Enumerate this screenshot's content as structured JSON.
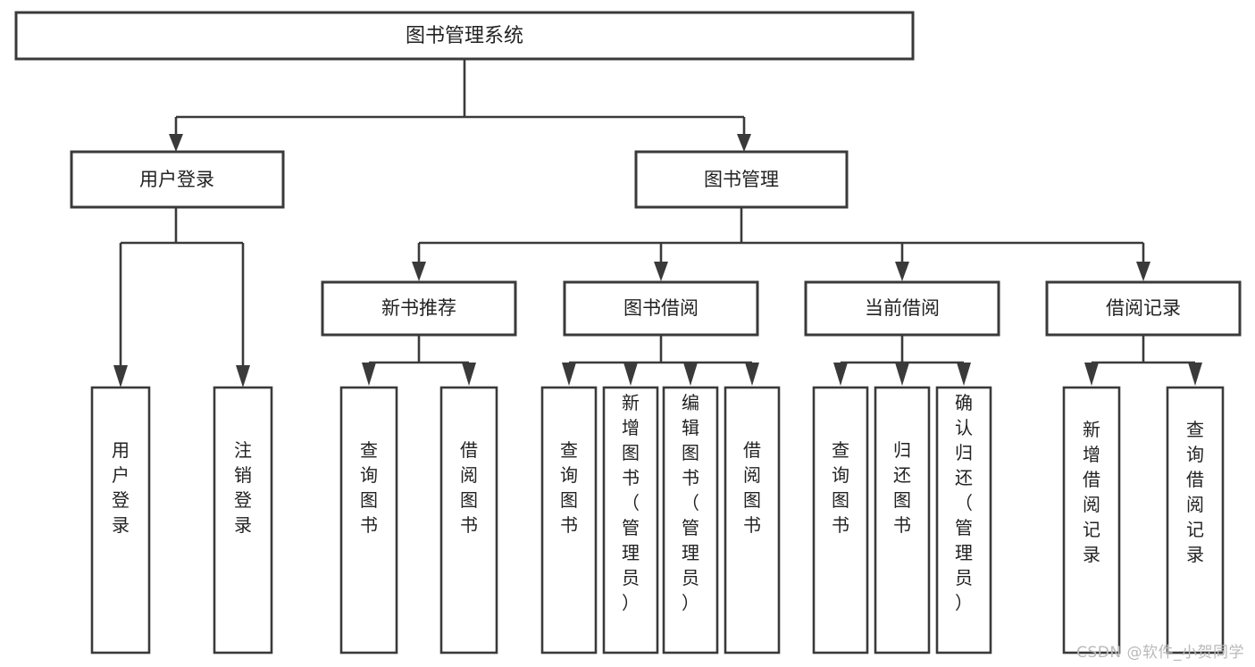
{
  "diagram": {
    "type": "tree-hierarchy-flowchart",
    "title": "图书管理系统",
    "root": {
      "id": "root",
      "label": "图书管理系统"
    },
    "level2": [
      {
        "id": "user-login",
        "label": "用户登录"
      },
      {
        "id": "book-manage",
        "label": "图书管理"
      }
    ],
    "level3": [
      {
        "id": "new-book-recommend",
        "label": "新书推荐",
        "parent": "book-manage"
      },
      {
        "id": "book-borrow",
        "label": "图书借阅",
        "parent": "book-manage"
      },
      {
        "id": "current-borrow",
        "label": "当前借阅",
        "parent": "book-manage"
      },
      {
        "id": "borrow-record",
        "label": "借阅记录",
        "parent": "book-manage"
      }
    ],
    "leaves": {
      "user-login": [
        {
          "id": "leaf-user-login",
          "label": "用户登录"
        },
        {
          "id": "leaf-logout-login",
          "label": "注销登录"
        }
      ],
      "new-book-recommend": [
        {
          "id": "leaf-query-book-1",
          "label": "查询图书"
        },
        {
          "id": "leaf-borrow-book-1",
          "label": "借阅图书"
        }
      ],
      "book-borrow": [
        {
          "id": "leaf-query-book-2",
          "label": "查询图书"
        },
        {
          "id": "leaf-add-book",
          "label": "新增图书（管理员）"
        },
        {
          "id": "leaf-edit-book",
          "label": "编辑图书（管理员）"
        },
        {
          "id": "leaf-borrow-book-2",
          "label": "借阅图书"
        }
      ],
      "current-borrow": [
        {
          "id": "leaf-query-book-3",
          "label": "查询图书"
        },
        {
          "id": "leaf-return-book",
          "label": "归还图书"
        },
        {
          "id": "leaf-confirm-return",
          "label": "确认归还（管理员）"
        }
      ],
      "borrow-record": [
        {
          "id": "leaf-add-record",
          "label": "新增借阅记录"
        },
        {
          "id": "leaf-query-record",
          "label": "查询借阅记录"
        }
      ]
    },
    "colors": {
      "box_stroke": "#3a3a3a",
      "box_fill": "#ffffff",
      "text": "#222222",
      "background": "#ffffff",
      "watermark": "#b9b9b9"
    }
  },
  "watermark": {
    "text": "CSDN @软件_小贺同学"
  }
}
